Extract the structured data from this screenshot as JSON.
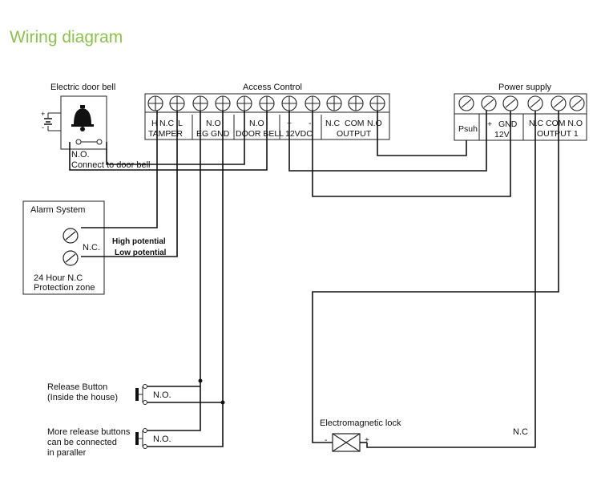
{
  "title": "Wiring diagram",
  "doorbell": {
    "label": "Electric door bell",
    "no": "N.O.",
    "connect": "Connect to door bell",
    "plus": "+",
    "minus": "-"
  },
  "access_control": {
    "label": "Access Control",
    "term_row1": [
      "H",
      "N.C",
      "L",
      "N.O",
      "N.O",
      "+",
      "-",
      "N.C",
      "COM",
      "N.O"
    ],
    "term_row2": [
      "TAMPER",
      "EG",
      "GND",
      "DOOR BELL",
      "12VDC",
      "OUTPUT"
    ]
  },
  "power_supply": {
    "label": "Power supply",
    "psuh": "Psuh",
    "plus": "+",
    "gnd": "GND",
    "v12": "12V",
    "nc_com_no": "N.C COM N.O",
    "output1": "OUTPUT 1"
  },
  "alarm": {
    "label": "Alarm System",
    "nc": "N.C.",
    "high": "High potential",
    "low": "Low potential",
    "zone1": "24 Hour N.C",
    "zone2": "Protection zone"
  },
  "release": {
    "btn1_l1": "Release Button",
    "btn1_l2": "(Inside the house)",
    "btn2_l1": "More release buttons",
    "btn2_l2": "can be connected",
    "btn2_l3": "in paraller",
    "no": "N.O."
  },
  "lock": {
    "label": "Electromagnetic lock",
    "minus": "-",
    "plus": "+",
    "nc": "N.C"
  }
}
